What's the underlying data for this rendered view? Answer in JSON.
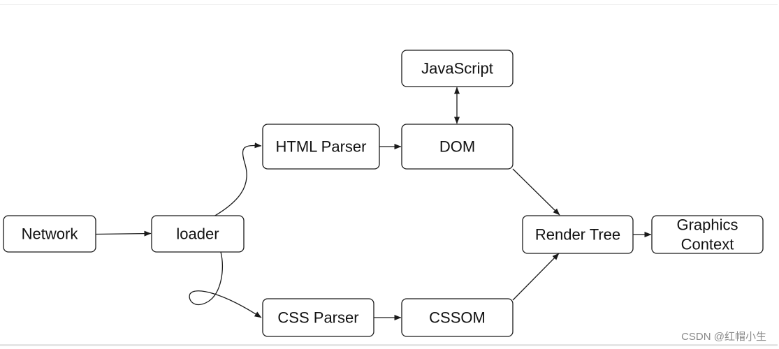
{
  "diagram": {
    "nodes": [
      {
        "id": "network",
        "lines": [
          "Network"
        ]
      },
      {
        "id": "loader",
        "lines": [
          "loader"
        ]
      },
      {
        "id": "html-parser",
        "lines": [
          "HTML Parser"
        ]
      },
      {
        "id": "dom",
        "lines": [
          "DOM"
        ]
      },
      {
        "id": "javascript",
        "lines": [
          "JavaScript"
        ]
      },
      {
        "id": "css-parser",
        "lines": [
          "CSS Parser"
        ]
      },
      {
        "id": "cssom",
        "lines": [
          "CSSOM"
        ]
      },
      {
        "id": "render-tree",
        "lines": [
          "Render Tree"
        ]
      },
      {
        "id": "graphics-context",
        "lines": [
          "Graphics",
          "Context"
        ]
      }
    ],
    "edges": [
      {
        "from": "network",
        "to": "loader"
      },
      {
        "from": "loader",
        "to": "html-parser"
      },
      {
        "from": "loader",
        "to": "css-parser"
      },
      {
        "from": "html-parser",
        "to": "dom"
      },
      {
        "from": "dom",
        "to": "javascript",
        "bidirectional": true
      },
      {
        "from": "dom",
        "to": "render-tree"
      },
      {
        "from": "css-parser",
        "to": "cssom"
      },
      {
        "from": "cssom",
        "to": "render-tree"
      },
      {
        "from": "render-tree",
        "to": "graphics-context"
      }
    ]
  },
  "watermark": "CSDN @红帽小生"
}
